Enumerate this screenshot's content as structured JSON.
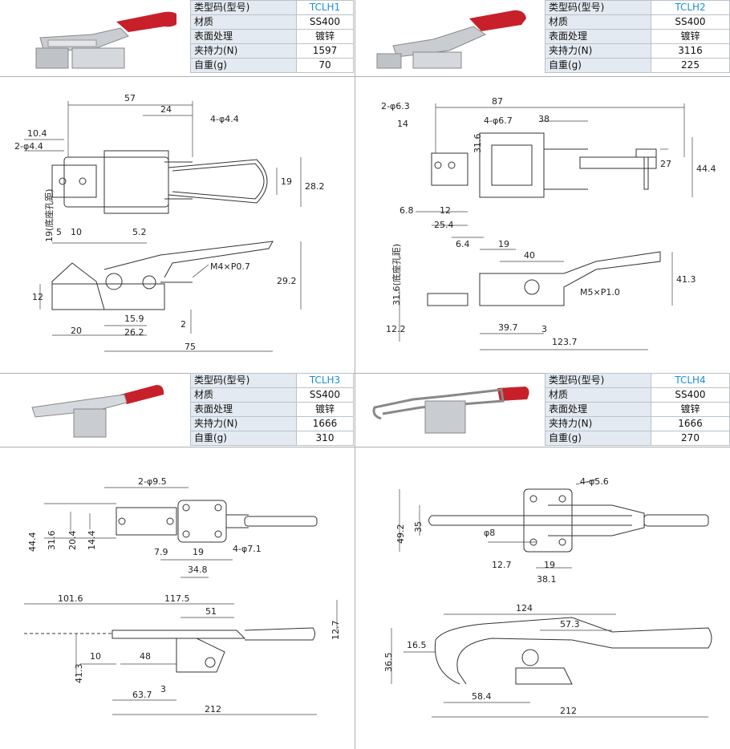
{
  "labels": {
    "model": "类型码(型号)",
    "material": "材质",
    "surface": "表面处理",
    "force": "夹持力(N)",
    "weight": "自重(g)"
  },
  "products": [
    {
      "model": "TCLH1",
      "material": "SS400",
      "surface": "镀锌",
      "force": "1597",
      "weight": "70"
    },
    {
      "model": "TCLH2",
      "material": "SS400",
      "surface": "镀锌",
      "force": "3116",
      "weight": "225"
    },
    {
      "model": "TCLH3",
      "material": "SS400",
      "surface": "镀锌",
      "force": "1666",
      "weight": "310"
    },
    {
      "model": "TCLH4",
      "material": "SS400",
      "surface": "镀锌",
      "force": "1666",
      "weight": "270"
    }
  ],
  "dims": {
    "p1": [
      "57",
      "24",
      "4-φ4.4",
      "10.4",
      "2-φ4.4",
      "19",
      "28.2",
      "5",
      "10",
      "5.2",
      "19(底座孔距)",
      "M4×P0.7",
      "29.2",
      "12",
      "15.9",
      "20",
      "26.2",
      "2",
      "75"
    ],
    "p2": [
      "87",
      "2-φ6.3",
      "14",
      "31.6",
      "4-φ6.7",
      "38",
      "27",
      "44.4",
      "6.8",
      "12",
      "25.4",
      "31.6(底座孔距)",
      "6.4",
      "19",
      "40",
      "41.3",
      "M5×P1.0",
      "12.2",
      "39.7",
      "3",
      "123.7"
    ],
    "p3": [
      "2-φ9.5",
      "44.4",
      "31.6",
      "20.4",
      "14.4",
      "7.9",
      "19",
      "4-φ7.1",
      "34.8",
      "101.6",
      "117.5",
      "51",
      "12.7",
      "41.3",
      "10",
      "48",
      "3",
      "63.7",
      "212"
    ],
    "p4": [
      "4-φ5.6",
      "49.2",
      "35",
      "φ8",
      "12.7",
      "19",
      "38.1",
      "124",
      "57.3",
      "16.5",
      "36.5",
      "58.4",
      "212"
    ]
  },
  "colors": {
    "handle": "#c8202a",
    "metal": "#c9ccd0",
    "line": "#333333",
    "header": "#e4eaf1",
    "model": "#1a8fd8"
  }
}
